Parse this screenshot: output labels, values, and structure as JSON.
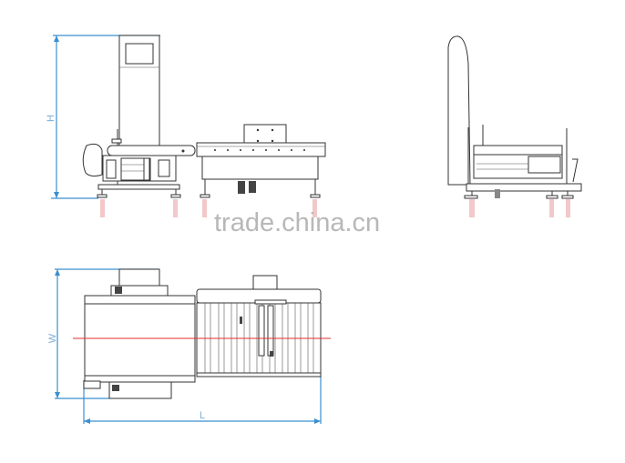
{
  "drawing": {
    "views": [
      "front-view",
      "side-view",
      "top-view"
    ],
    "dimensions": {
      "height_label": "H",
      "width_label": "W",
      "length_label": "L"
    },
    "watermark": "trade.china.cn",
    "colors": {
      "dimension_line": "#3b8fd0",
      "center_line": "#e03030",
      "outline": "#333333",
      "watermark": "#b8b8b8"
    }
  }
}
